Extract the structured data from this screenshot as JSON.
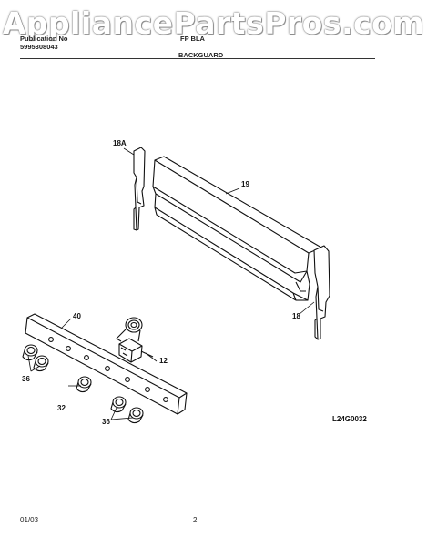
{
  "watermark": "AppliancePartsPros.com",
  "header": {
    "publication_label": "Publication No",
    "publication_number": "5995308043",
    "model": "FP BLA",
    "section_title": "BACKGUARD"
  },
  "callouts": {
    "c18a": "18A",
    "c19": "19",
    "c18": "18",
    "c40": "40",
    "c12": "12",
    "c36_left": "36",
    "c32": "32",
    "c36_bottom": "36"
  },
  "figure_code": "L24G0032",
  "footer": {
    "date": "01/03",
    "page": "2"
  }
}
